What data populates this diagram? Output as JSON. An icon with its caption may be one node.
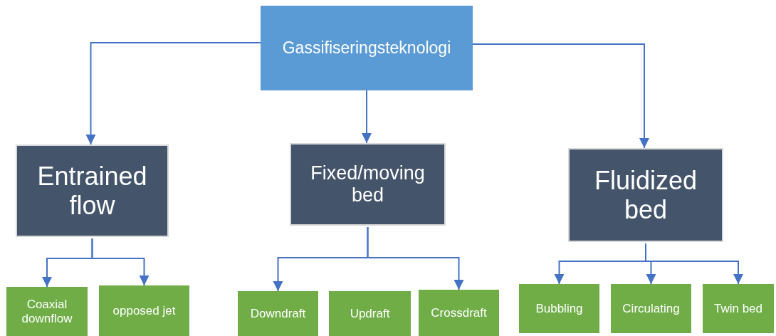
{
  "diagram": {
    "nodes": [
      {
        "text": [
          "Gassifiseringsteknologi"
        ]
      },
      {
        "text": [
          "Entrained flow"
        ]
      },
      {
        "text": [
          "Fixed/moving bed"
        ]
      },
      {
        "text": [
          "Fluidized bed"
        ]
      },
      {
        "text": [
          "Coaxial downflow"
        ]
      },
      {
        "text": [
          "opposed jet"
        ]
      },
      {
        "text": [
          "Downdraft"
        ]
      },
      {
        "text": [
          "Updraft"
        ]
      },
      {
        "text": [
          "Crossdraft"
        ]
      },
      {
        "text": [
          "Bubbling"
        ]
      },
      {
        "text": [
          "Circulating"
        ]
      },
      {
        "text": [
          "Twin bed"
        ]
      }
    ],
    "edges": [
      {
        "from": 0,
        "to": 1,
        "arrow": "to"
      },
      {
        "from": 0,
        "to": 2,
        "arrow": "to"
      },
      {
        "from": 0,
        "to": 3,
        "arrow": "to"
      },
      {
        "from": 1,
        "to": 4,
        "arrow": "to"
      },
      {
        "from": 1,
        "to": 5,
        "arrow": "to"
      },
      {
        "from": 2,
        "to": 6,
        "arrow": "to"
      },
      {
        "from": 2,
        "to": 8,
        "arrow": "to"
      },
      {
        "from": 3,
        "to": 9,
        "arrow": "to"
      },
      {
        "from": 3,
        "to": 10,
        "arrow": "to"
      },
      {
        "from": 3,
        "to": 11,
        "arrow": "to"
      }
    ]
  }
}
